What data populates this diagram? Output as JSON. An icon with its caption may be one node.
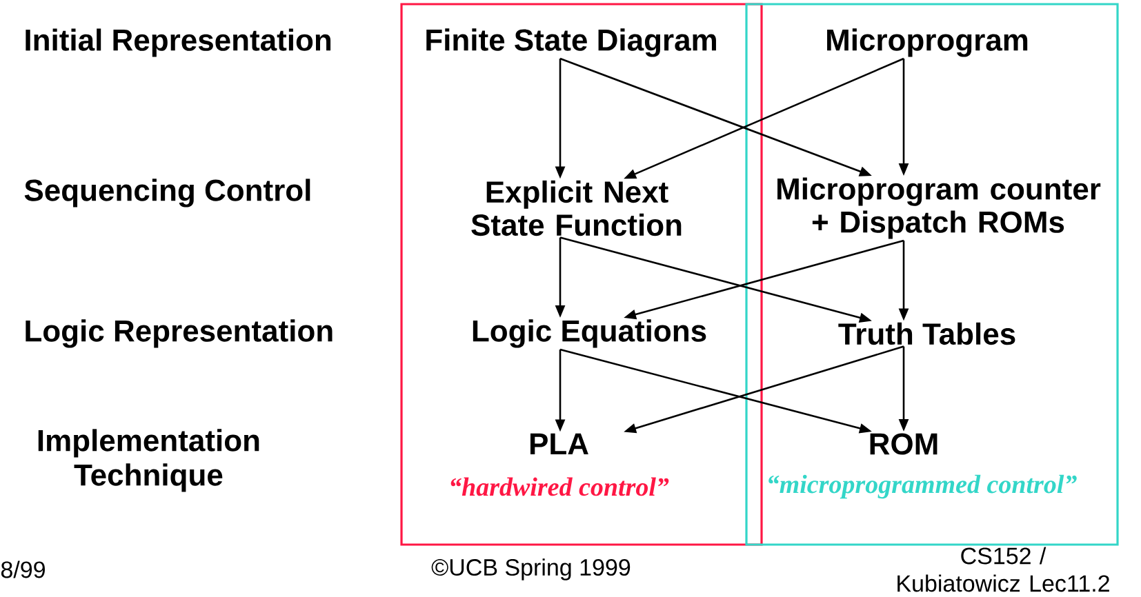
{
  "diagram": {
    "nodes": [
      {
        "text": [],
        "shape": "box"
      },
      {
        "text": [
          "Finite State Diagram"
        ],
        "in": 0
      },
      {
        "text": [
          "Explicit Next State Function"
        ],
        "in": 0
      },
      {
        "text": [
          "Logic Equations"
        ],
        "in": 0
      },
      {
        "text": [
          "PLA"
        ],
        "in": 0,
        "beside": [
          "“hardwired control”"
        ]
      },
      {
        "text": [],
        "shape": "box"
      },
      {
        "text": [
          "Microprogram"
        ],
        "in": 5
      },
      {
        "text": [
          "Microprogram counter + Dispatch ROMs"
        ],
        "in": 5
      },
      {
        "text": [
          "Truth Tables"
        ],
        "in": 5
      },
      {
        "text": [
          "ROM"
        ],
        "in": 5,
        "beside": [
          "“microprogrammed control”"
        ]
      }
    ],
    "edges": [
      {
        "from": 1,
        "to": 2,
        "arrow": "to"
      },
      {
        "from": 1,
        "to": 7,
        "arrow": "to"
      },
      {
        "from": 6,
        "to": 2,
        "arrow": "to"
      },
      {
        "from": 6,
        "to": 7,
        "arrow": "to"
      },
      {
        "from": 2,
        "to": 3,
        "arrow": "to"
      },
      {
        "from": 2,
        "to": 8,
        "arrow": "to"
      },
      {
        "from": 7,
        "to": 3,
        "arrow": "to"
      },
      {
        "from": 7,
        "to": 8,
        "arrow": "to"
      },
      {
        "from": 3,
        "to": 4,
        "arrow": "to"
      },
      {
        "from": 3,
        "to": 9,
        "arrow": "to"
      },
      {
        "from": 8,
        "to": 4,
        "arrow": "to"
      },
      {
        "from": 8,
        "to": 9,
        "arrow": "to"
      }
    ],
    "labels": [
      "Initial Representation",
      "Sequencing Control",
      "Logic Representation",
      "Implementation Technique",
      "8/99",
      "©UCB Spring 1999",
      "CS152 / Kubiatowicz Lec11.2"
    ]
  }
}
